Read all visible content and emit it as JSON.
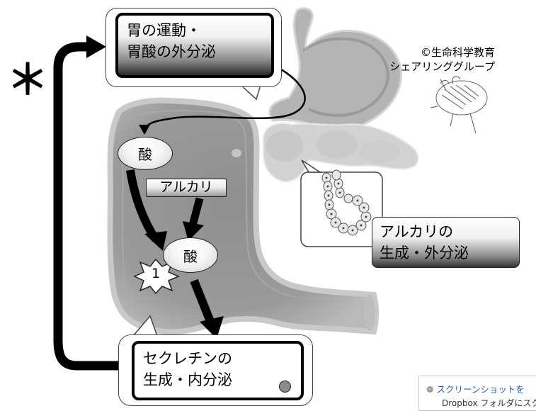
{
  "figure": {
    "top_callout": {
      "line1": "胃の運動・",
      "line2": "胃酸の外分泌"
    },
    "copyright": {
      "line1": "©生命科学教育",
      "line2": "シェアリンググループ"
    },
    "acid_label_1": "酸",
    "alkali_label": "アルカリ",
    "acid_label_2": "酸",
    "burst_number": "1",
    "alkali_box": {
      "line1": "アルカリの",
      "line2": "生成・外分泌"
    },
    "bottom_callout": {
      "line1": "セクレチンの",
      "line2": "生成・内分泌"
    },
    "asterisk": "＊"
  },
  "toast": {
    "icon": "dropbox-icon",
    "title": "スクリーンショットを",
    "subtitle": "Dropbox フォルダにスク"
  },
  "colors": {
    "organ_fill": "#9c9c9c",
    "organ_light": "#cfcfcf",
    "arrow": "#000000",
    "link": "#2b5fb0"
  }
}
